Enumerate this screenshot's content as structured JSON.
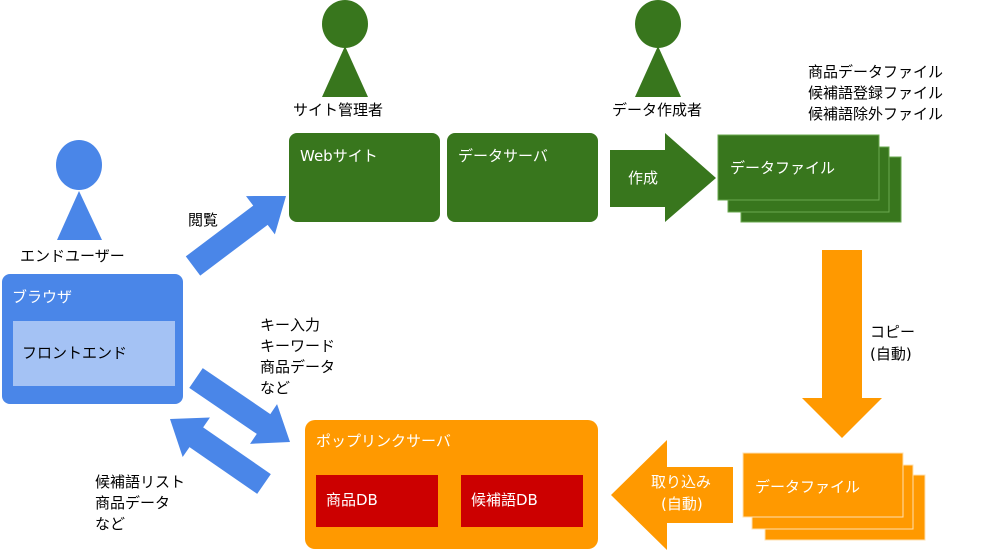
{
  "colors": {
    "blue": "#4a86e8",
    "light_blue": "#a4c2f4",
    "green": "#38761d",
    "orange": "#ff9900",
    "red": "#cc0000"
  },
  "actors": {
    "end_user": "エンドユーザー",
    "site_admin": "サイト管理者",
    "data_creator": "データ作成者"
  },
  "browser": {
    "title": "ブラウザ",
    "frontend": "フロントエンド"
  },
  "website": "Webサイト",
  "data_server": "データサーバ",
  "create_arrow": "作成",
  "green_file": "データファイル",
  "file_list": [
    "商品データファイル",
    "候補語登録ファイル",
    "候補語除外ファイル"
  ],
  "copy_label": [
    "コピー",
    "(自動)"
  ],
  "orange_file": "データファイル",
  "import_arrow": [
    "取り込み",
    "(自動)"
  ],
  "popplink": {
    "title": "ポップリンクサーバ",
    "db1": "商品DB",
    "db2": "候補語DB"
  },
  "browse_label": "閲覧",
  "request_label": [
    "キー入力",
    "キーワード",
    "商品データ",
    "など"
  ],
  "response_label": [
    "候補語リスト",
    "商品データ",
    "など"
  ]
}
